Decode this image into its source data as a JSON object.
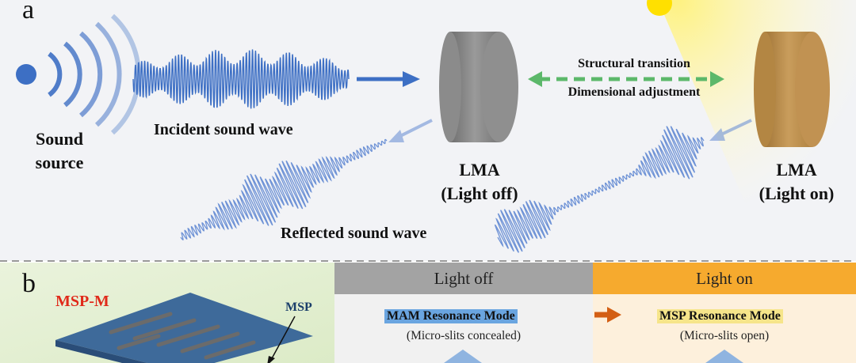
{
  "panel_a": {
    "letter": "a",
    "sound_source": [
      "Sound",
      "source"
    ],
    "incident": "Incident sound wave",
    "reflected": "Reflected sound wave",
    "lma_off": [
      "LMA",
      "(Light off)"
    ],
    "lma_on": [
      "LMA",
      "(Light on)"
    ],
    "transition_top": "Structural transition",
    "transition_bottom": "Dimensional adjustment"
  },
  "panel_b": {
    "letter": "b",
    "msp_m": "MSP-M",
    "msp": "MSP",
    "header_off": "Light off",
    "header_on": "Light on",
    "mode_off": "MAM Resonance Mode",
    "mode_off_sub": "(Micro-slits concealed)",
    "mode_on": "MSP Resonance Mode",
    "mode_on_sub": "(Micro-slits open)"
  },
  "colors": {
    "wave": "#3d6fc4",
    "arrow_blue": "#3d6fc4",
    "arrow_green": "#5cb86a",
    "arrow_orange": "#d35f14",
    "disk_gray": "#7a7a7a",
    "disk_tan": "#b88a4a",
    "header_off_bg": "#a3a3a3",
    "header_on_bg": "#f6aa2e",
    "mode_off_bg": "#6aa5e0",
    "mode_on_bg": "#f6e58a",
    "msp_m_red": "#e02a1a",
    "msp_navy": "#1a3e6a"
  }
}
